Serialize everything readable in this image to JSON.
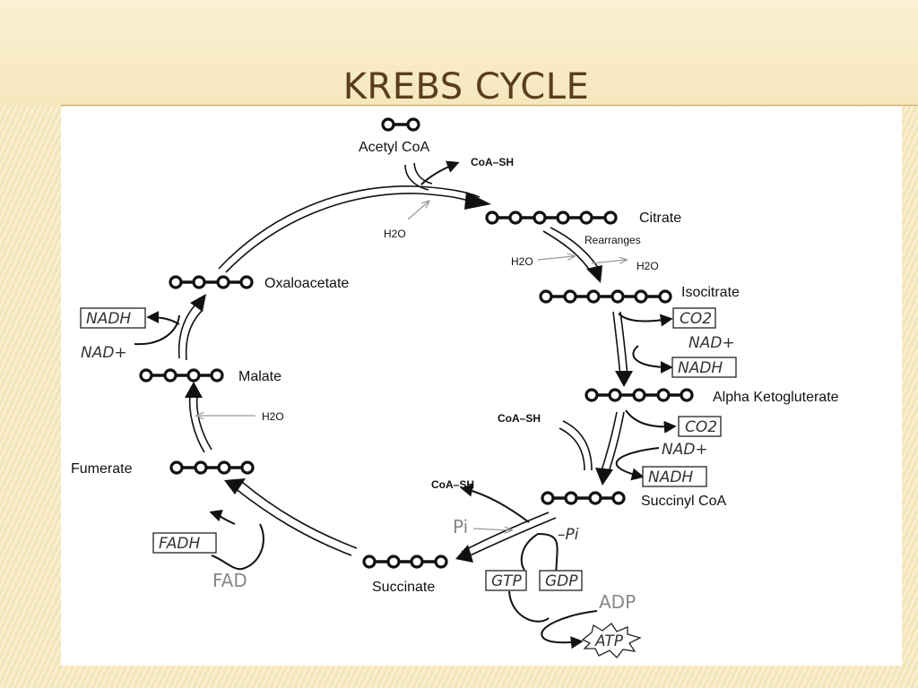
{
  "slide": {
    "title": "KREBS CYCLE"
  },
  "molecules": {
    "acetyl_coa": "Acetyl CoA",
    "citrate": "Citrate",
    "isocitrate": "Isocitrate",
    "alpha_ketogluterate": "Alpha Ketogluterate",
    "succinyl_coa": "Succinyl CoA",
    "succinate": "Succinate",
    "fumerate": "Fumerate",
    "malate": "Malate",
    "oxaloacetate": "Oxaloacetate"
  },
  "labels": {
    "coa_sh_1": "CoA–SH",
    "h2o_1": "H2O",
    "rearranges": "Rearranges",
    "h2o_in": "H2O",
    "h2o_out": "H2O",
    "co2_1": "CO2",
    "nad_1": "NAD+",
    "nadh_1": "NADH",
    "coa_sh_2": "CoA–SH",
    "co2_2": "CO2",
    "nad_2": "NAD+",
    "nadh_2": "NADH",
    "coa_sh_3": "CoA–SH",
    "pi": "Pi",
    "minus_pi": "–Pi",
    "gtp": "GTP",
    "gdp": "GDP",
    "adp": "ADP",
    "atp": "ATP",
    "fadh": "FADH",
    "fad": "FAD",
    "h2o_malate": "H2O",
    "nadh_3": "NADH",
    "nad_3": "NAD+"
  }
}
